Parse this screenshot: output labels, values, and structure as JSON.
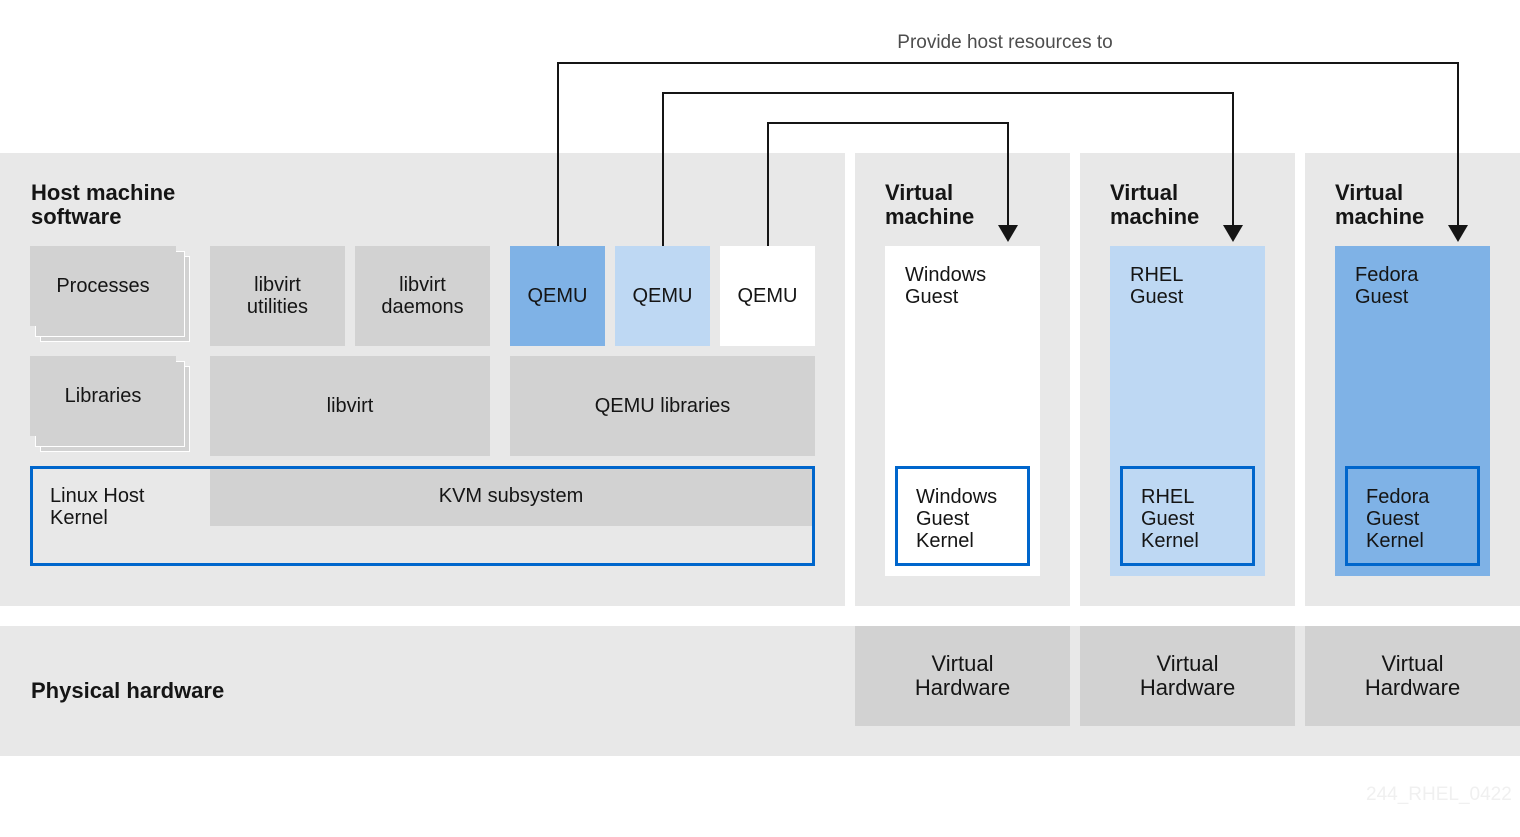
{
  "arrow_label": "Provide host resources to",
  "host": {
    "heading": "Host machine\nsoftware",
    "processes": "Processes",
    "libraries": "Libraries",
    "libvirt_utilities": "libvirt\nutilities",
    "libvirt_daemons": "libvirt\ndaemons",
    "libvirt": "libvirt",
    "qemu_1": "QEMU",
    "qemu_2": "QEMU",
    "qemu_3": "QEMU",
    "qemu_libraries": "QEMU libraries",
    "linux_kernel": "Linux Host\nKernel",
    "kvm": "KVM subsystem"
  },
  "vms": [
    {
      "heading": "Virtual\nmachine",
      "guest": "Windows\nGuest",
      "kernel": "Windows\nGuest\nKernel",
      "hardware": "Virtual\nHardware",
      "color": "#ffffff"
    },
    {
      "heading": "Virtual\nmachine",
      "guest": "RHEL\nGuest",
      "kernel": "RHEL\nGuest\nKernel",
      "hardware": "Virtual\nHardware",
      "color": "#bed8f3"
    },
    {
      "heading": "Virtual\nmachine",
      "guest": "Fedora\nGuest",
      "kernel": "Fedora\nGuest\nKernel",
      "hardware": "Virtual\nHardware",
      "color": "#7fb2e6"
    }
  ],
  "physical_hardware": "Physical hardware",
  "watermark": "244_RHEL_0422",
  "colors": {
    "panel": "#e8e8e8",
    "box": "#d2d2d2",
    "kernel_border": "#0066cc",
    "qemu_dark": "#7fb2e6",
    "qemu_light": "#bed8f3",
    "qemu_white": "#ffffff"
  }
}
